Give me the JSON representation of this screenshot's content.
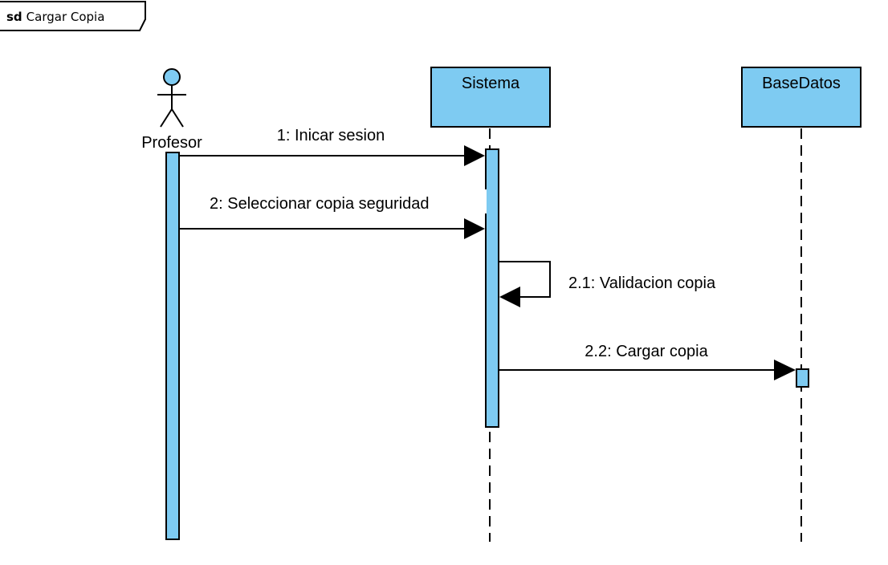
{
  "frame": {
    "keyword": "sd",
    "name": "Cargar Copia"
  },
  "colors": {
    "lifeline_fill": "#7ecbf2",
    "stroke": "#000000",
    "background": "#ffffff"
  },
  "participants": [
    {
      "id": "profesor",
      "kind": "actor",
      "label": "Profesor"
    },
    {
      "id": "sistema",
      "kind": "object",
      "label": "Sistema"
    },
    {
      "id": "basedatos",
      "kind": "object",
      "label": "BaseDatos"
    }
  ],
  "messages": [
    {
      "id": "m1",
      "from": "profesor",
      "to": "sistema",
      "label": "1: Inicar sesion",
      "type": "synchronous"
    },
    {
      "id": "m2",
      "from": "profesor",
      "to": "sistema",
      "label": "2: Seleccionar copia seguridad",
      "type": "synchronous"
    },
    {
      "id": "m21",
      "from": "sistema",
      "to": "sistema",
      "label": "2.1: Validacion copia",
      "type": "self"
    },
    {
      "id": "m22",
      "from": "sistema",
      "to": "basedatos",
      "label": "2.2: Cargar copia",
      "type": "synchronous"
    }
  ]
}
